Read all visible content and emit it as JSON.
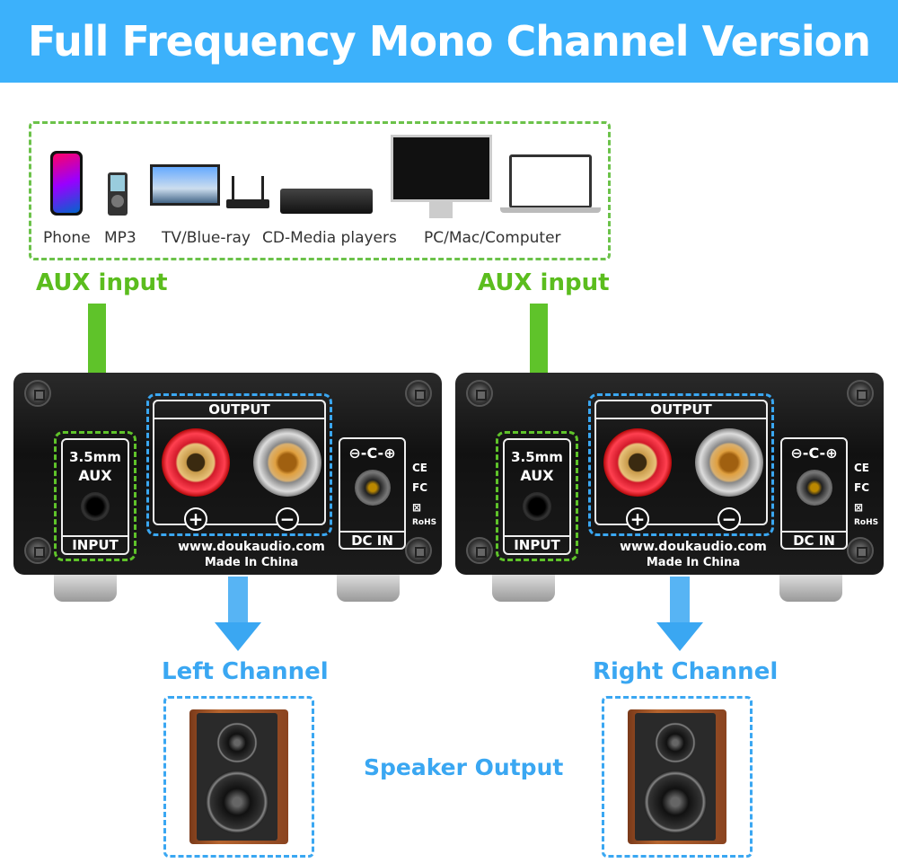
{
  "title": "Full Frequency Mono Channel Version",
  "sources": {
    "items": [
      "Phone",
      "MP3",
      "TV/Blue-ray",
      "CD-Media players",
      "PC/Mac/Computer"
    ]
  },
  "aux_label": "AUX input",
  "amp": {
    "input_size": "3.5mm",
    "input_type": "AUX",
    "input_label": "INPUT",
    "output_label": "OUTPUT",
    "plus": "+",
    "minus": "−",
    "website": "www.doukaudio.com",
    "origin": "Made In China",
    "dc_symbol": "⊖-C-⊕",
    "dc_label": "DC IN",
    "certs": [
      "CE",
      "FC",
      "RoHS"
    ]
  },
  "left_channel": "Left Channel",
  "right_channel": "Right Channel",
  "speaker_output": "Speaker Output",
  "colors": {
    "header": "#3cb1fb",
    "green": "#5fc32a",
    "blue": "#3aa7f2"
  }
}
